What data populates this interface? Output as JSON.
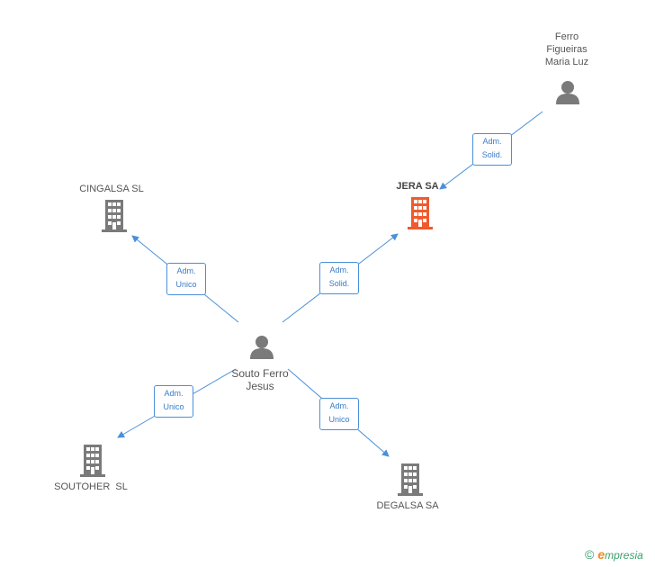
{
  "colors": {
    "edge": "#4a90d9",
    "node_gray": "#7a7a7a",
    "node_highlight": "#ef5a2e"
  },
  "nodes": {
    "ferro": {
      "label": "Ferro\nFigueiras\nMaria Luz",
      "kind": "person"
    },
    "jera": {
      "label": "JERA SA",
      "kind": "company-main"
    },
    "cingalsa": {
      "label": "CINGALSA SL",
      "kind": "company"
    },
    "souto": {
      "label": "Souto Ferro\nJesus",
      "kind": "person"
    },
    "soutoher": {
      "label": "SOUTOHER  SL",
      "kind": "company"
    },
    "degalsa": {
      "label": "DEGALSA SA",
      "kind": "company"
    }
  },
  "edges": {
    "ferro_jera": {
      "line1": "Adm.",
      "line2": "Solid."
    },
    "souto_cingalsa": {
      "line1": "Adm.",
      "line2": "Unico"
    },
    "souto_jera": {
      "line1": "Adm.",
      "line2": "Solid."
    },
    "souto_soutoher": {
      "line1": "Adm.",
      "line2": "Unico"
    },
    "souto_degalsa": {
      "line1": "Adm.",
      "line2": "Unico"
    }
  },
  "brand": {
    "copyright": "©",
    "initial": "e",
    "rest": "mpresia"
  }
}
